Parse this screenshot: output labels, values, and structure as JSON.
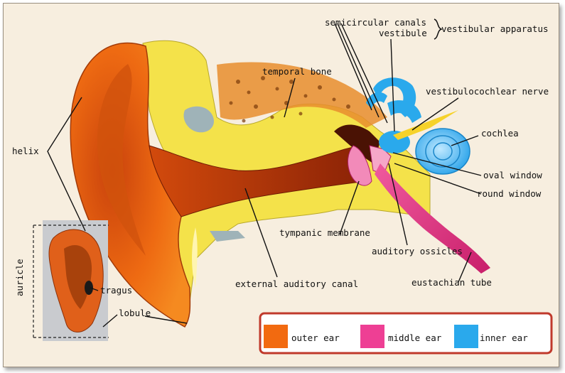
{
  "labels": {
    "semicircular_canals": "semicircular canals",
    "vestibule": "vestibule",
    "vestibular_apparatus": "vestibular apparatus",
    "temporal_bone": "temporal bone",
    "vestibulocochlear_nerve": "vestibulocochlear nerve",
    "cochlea": "cochlea",
    "oval_window": "oval window",
    "round_window": "round window",
    "helix": "helix",
    "tympanic_membrane": "tympanic membrane",
    "auditory_ossicles": "auditory ossicles",
    "external_auditory_canal": "external auditory canal",
    "eustachian_tube": "eustachian tube",
    "auricle": "auricle",
    "tragus": "tragus",
    "lobule": "lobule"
  },
  "legend": [
    {
      "label": "outer ear",
      "color": "#f26a10"
    },
    {
      "label": "middle ear",
      "color": "#ee3f94"
    },
    {
      "label": "inner ear",
      "color": "#2aa9ec"
    }
  ],
  "colors": {
    "outer_ear": "#f26a10",
    "middle_ear": "#ee3f94",
    "inner_ear": "#2aa9ec",
    "bone": "#f4e24a",
    "legend_border": "#c0392b"
  }
}
